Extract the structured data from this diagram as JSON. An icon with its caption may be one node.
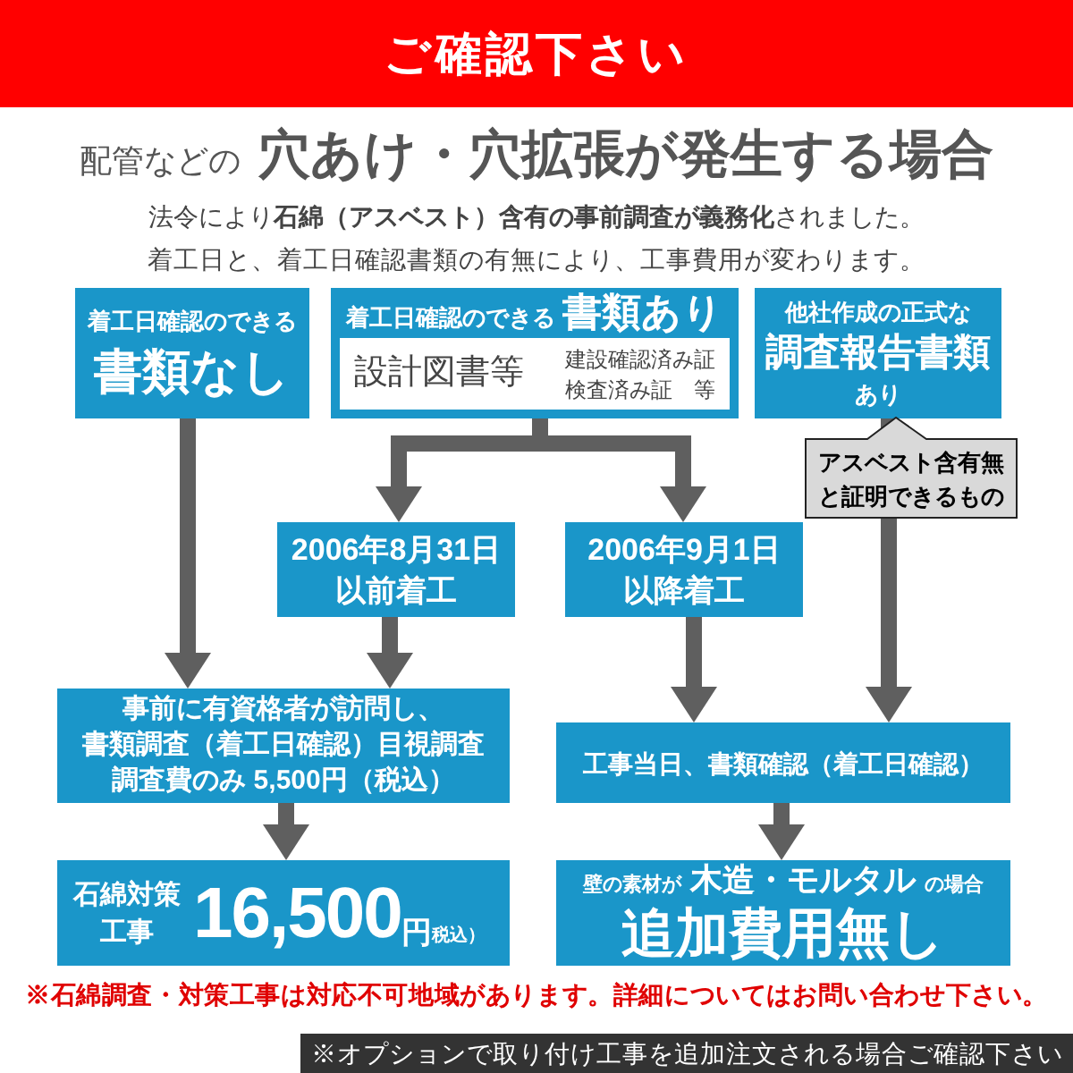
{
  "diagram": {
    "title": "ご確認下さい",
    "nodes": [
      {
        "text": [
          "着工日確認のできる",
          "書類なし"
        ]
      },
      {
        "text": [
          "着工日確認のできる",
          "書類あり"
        ]
      },
      {
        "text": [
          "設計図書等",
          "建設確認済み証",
          "検査済み証　等"
        ],
        "in": 1
      },
      {
        "text": [
          "他社作成の正式な",
          "調査報告書類",
          "あり"
        ]
      },
      {
        "text": [
          "2006年8月31日",
          "以前着工"
        ]
      },
      {
        "text": [
          "2006年9月1日",
          "以降着工"
        ]
      },
      {
        "text": [
          "事前に有資格者が訪問し、",
          "書類調査（着工日確認）目視調査",
          "調査費のみ 5,500円（税込）"
        ]
      },
      {
        "text": [
          "石綿対策工事",
          "16,500",
          "円",
          "税込）"
        ]
      },
      {
        "text": [
          "工事当日、書類確認（着工日確認）"
        ]
      },
      {
        "text": [
          "壁の素材が",
          "木造・モルタル",
          "の場合",
          "追加費用無し"
        ]
      },
      {
        "text": [
          "※オプションで取り付け工事を追加注文される場合ご確認下さい"
        ]
      }
    ],
    "edges": [
      {
        "from": 1,
        "to": 4,
        "arrow": "to"
      },
      {
        "from": 1,
        "to": 5,
        "arrow": "to"
      },
      {
        "from": 0,
        "to": 6,
        "arrow": "to"
      },
      {
        "from": 4,
        "to": 6,
        "arrow": "to"
      },
      {
        "from": 5,
        "to": 8,
        "arrow": "to"
      },
      {
        "from": 3,
        "to": 8,
        "arrow": "to",
        "label": "アスベスト含有無と証明できるもの"
      },
      {
        "from": 6,
        "to": 7,
        "arrow": "to"
      },
      {
        "from": 8,
        "to": 9,
        "arrow": "to"
      }
    ],
    "labels": [
      "配管などの",
      "穴あけ・穴拡張が発生する場合",
      "法令により**石綿（アスベスト）含有の事前調査が義務化**されました。",
      "着工日と、着工日確認書類の有無により、工事費用が変わります。",
      "※石綿調査・対策工事は対応不可地域があります。詳細についてはお問い合わせ下さい。"
    ]
  }
}
